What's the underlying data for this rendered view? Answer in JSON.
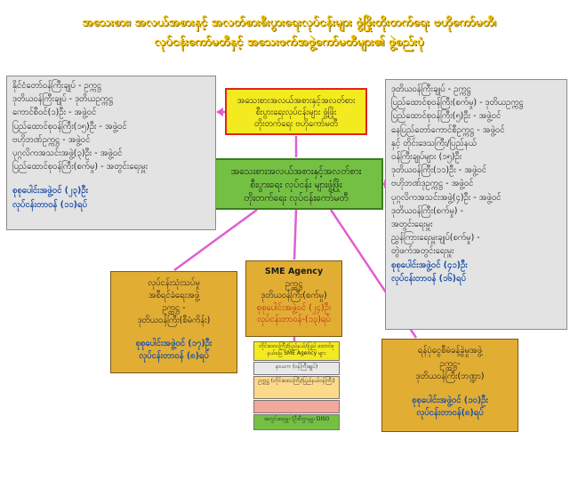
{
  "page": {
    "title_line1": "အသေးစား၊ အလယ်အစားနှင့် အလတ်စားစီးပွားရေးလုပ်ငန်းများ ဖွံ့ဖြိုးတိုးတက်ရေး ဗဟိုကော်မတီ၊",
    "title_line2": "လုပ်ငန်းကော်မတီနှင့် အသေးဖက်အဖွဲ့ကော်မတီများ၏ ဖွဲ့စည်းပုံ"
  },
  "central_committee": {
    "line1": "အသေးစားအလယ်အစားနှင့်အလတ်စား",
    "line2": "စီးပွားရေးလုပ်ငန်းများ ဖွံ့ဖြိုး",
    "line3": "တိုးတက်ရေး ဗဟိုကော်မတီ"
  },
  "working_committee": {
    "line1": "အသေးစားအလယ်အစားနှင့်အလတ်စား",
    "line2": "စီးပွားရေး လုပ်ငန်း များဖွံ့ဖြိုး",
    "line3": "တိုးတက်ရေး လုပ်ငန်းကော်မတီ"
  },
  "left_panel": {
    "lines": [
      "နိုင်ငံတော်ဝန်ကြီးချုပ်     - ဥက္ကဋ္ဌ",
      "ဒုတိယဝန်ကြီးချုပ်        - ဒုတိယဥက္ကဋ္ဌ",
      "ကောင်စီဝင်(၁)ဦး          - အဖွဲ့ဝင်",
      "ပြည်ထောင်စုဝန်ကြီး(၁၅)ဦး - အဖွဲ့ဝင်",
      "ဗဟိုဘဏ်ဥက္ကဋ္ဌ             - အဖွဲ့ဝင်",
      "ပုဂ္ဂလိကအသင်းအဖွဲ့(၃)ဦး  - အဖွဲ့ဝင်",
      "ပြည်ထောင်စုဝန်ကြီး(စက်မှု) - အတွင်းရေးမှူး"
    ],
    "member_total": "စုစုပေါင်းအဖွဲ့ဝင် (၂၃)ဦး",
    "meeting_count": "လုပ်ငန်းတာဝန် (၁၁)ရပ်"
  },
  "right_panel": {
    "lines": [
      "ဒုတိယဝန်ကြီးချုပ်             - ဥက္ကဋ္ဌ",
      "ပြည်ထောင်စုဝန်ကြီး(စက်မှု)   - ဒုတိယဥက္ကဋ္ဌ",
      "ပြည်ထောင်စုဝန်ကြီး(၅)ဦး      - အဖွဲ့ဝင်",
      "နေပြည်တော်ကောင်စီဥက္ကဋ္ဌ    - အဖွဲ့ဝင်",
      "နှင့် တိုင်းဒေသကြီး/ပြည်နယ်",
      "ဝန်ကြီးချုပ်များ (၁၅)ဦး",
      "ဒုတိယဝန်ကြီး(၁၁)ဦး          - အဖွဲ့ဝင်",
      "ဗဟိုဘဏ်ဒုဥက္ကဋ္ဌ              - အဖွဲ့ဝင်",
      "ပုဂ္ဂလိကအသင်းအဖွဲ့(၄)ဦး     - အဖွဲ့ဝင်",
      "ဒုတိယဝန်ကြီး(စက်မှု)          -",
      "အတွင်းရေးမှူး",
      "ညွှန်ကြားရေးမှူးချုပ်(စက်မှု)  -",
      "တွဲဖက်အတွင်းရေးမှူး"
    ],
    "member_total": "စုစုပေါင်းအဖွဲ့ဝင် (၄၁)ဦး",
    "meeting_count": "လုပ်ငန်းတာဝန် (၁၆)ရပ်"
  },
  "sub_left": {
    "line1": "လုပ်ငန်းသုံးသပ်မှု",
    "line2": "အစီရင်ခံရေးအဖွဲ့",
    "line3": "ဥက္ကဋ္ဌ -",
    "line4": "ဒုတိယဝန်ကြီး(စီမံကိန်း)",
    "member_total": "စုစုပေါင်းအဖွဲ့ဝင် (၁၇)ဦး",
    "meeting_count": "လုပ်ငန်းတာဝန် (၈)ရပ်"
  },
  "sme_agency": {
    "title": "SME Agency",
    "line1": "ဥက္ကဋ္ဌ",
    "line2": "ဒုတိယဝန်ကြီး(စက်မှု)",
    "member_total": "စုစုပေါင်းအဖွဲ့ဝင် (၂၄)ဦး",
    "meeting_count": "လုပ်ငန်းတာဝန်-(၁၃)ရပ်",
    "stack": [
      "တိုင်းဒေသကြီး/ပြည်နယ်/ပြည် ထောင်စုနယ်မြေ SME Agency များ",
      "နာယက (ဝန်ကြီးချုပ်)",
      "ဥက္ကဋ္ဌ (တိုင်းဒေသကြီး/ပြည်နယ်ဝန်ကြီး)",
      "",
      "အတွင်းရေးမှူး (ဦးစီးဌာနမှူး DISI)"
    ]
  },
  "sub_right": {
    "line1": "ရန်ပုံငွေစီမံခန့်ခွဲမှုအဖွဲ့",
    "line2": "ဥက္ကဋ္ဌ-",
    "line3": "ဒုတိယဝန်ကြီး(ဘဏ္ဍာ)",
    "member_total": "စုစုပေါင်းအဖွဲ့ဝင် (၁၀)ဦး",
    "meeting_count": "လုပ်ငန်းတာဝန်(၈)ရပ်"
  },
  "colors": {
    "title": "#f5c400",
    "connector": "#e05fd0",
    "central_fill": "#f3ea1f",
    "central_border": "#e2231a",
    "working_fill": "#74c043",
    "sub_fill": "#e2ad33",
    "panel_fill": "#e3e3e3",
    "count_text": "#1b4fa8"
  }
}
